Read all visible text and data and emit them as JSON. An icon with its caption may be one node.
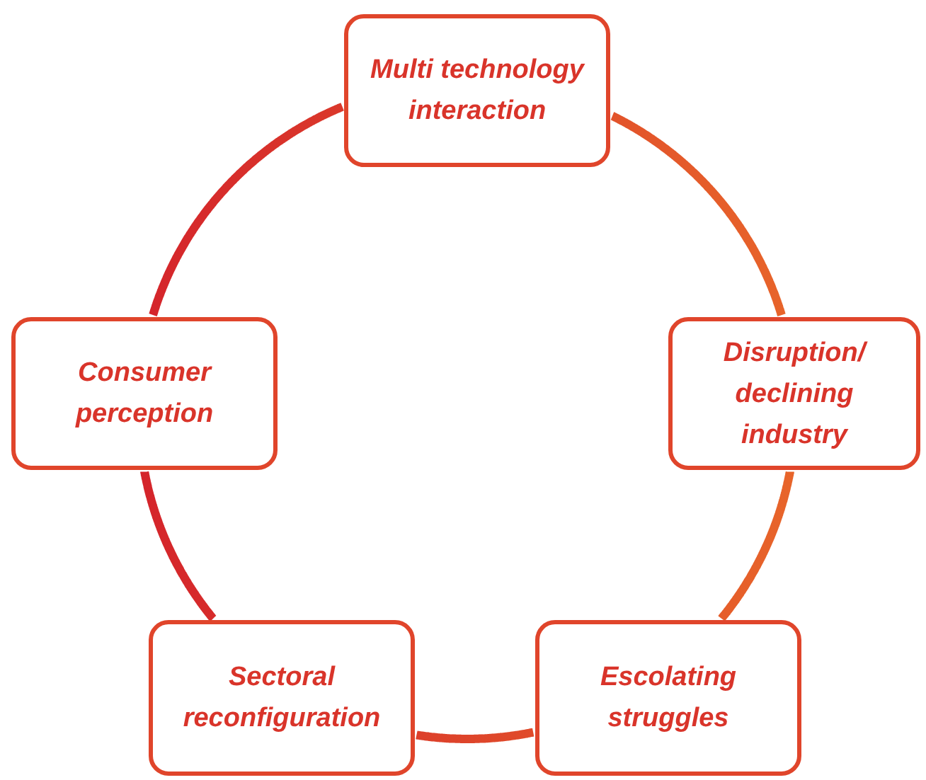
{
  "diagram": {
    "nodes": [
      {
        "text": [
          "Multi technology interaction"
        ]
      },
      {
        "text": [
          "Consumer perception"
        ]
      },
      {
        "text": [
          "Disruption/ declining industry"
        ]
      },
      {
        "text": [
          "Sectoral reconfiguration"
        ]
      },
      {
        "text": [
          "Escolating struggles"
        ]
      }
    ],
    "edges": [
      {
        "from": 0,
        "to": 2,
        "arrow": "none"
      },
      {
        "from": 2,
        "to": 4,
        "arrow": "none"
      },
      {
        "from": 4,
        "to": 3,
        "arrow": "none"
      },
      {
        "from": 3,
        "to": 1,
        "arrow": "none"
      },
      {
        "from": 1,
        "to": 0,
        "arrow": "none"
      }
    ]
  }
}
